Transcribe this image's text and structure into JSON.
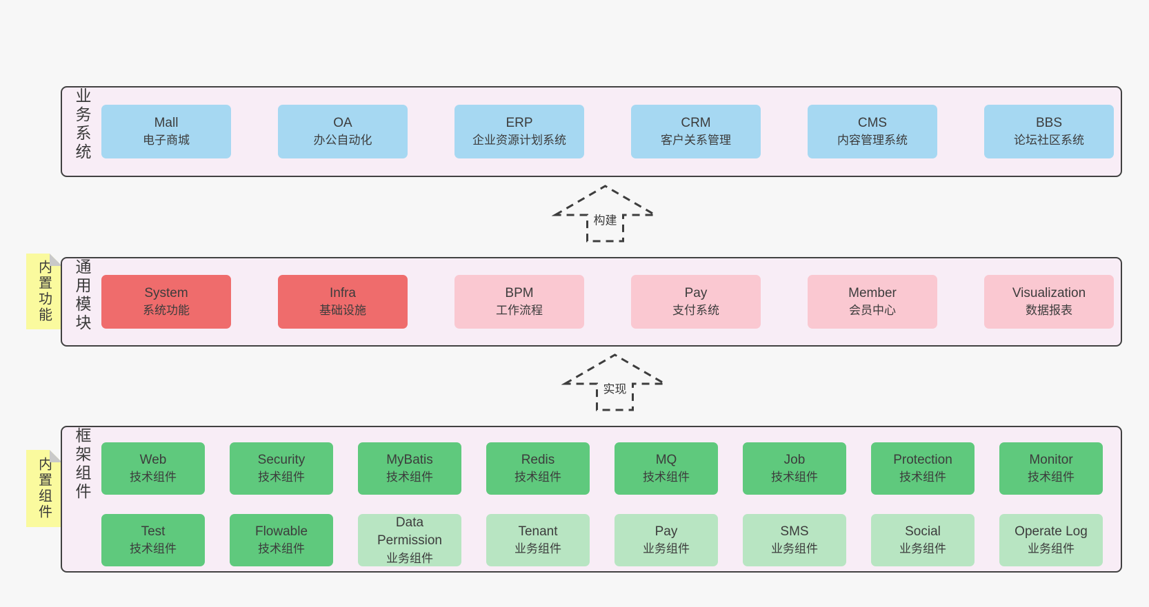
{
  "colors": {
    "page_background": "#f7f7f7",
    "band_fill": "#f8edf6",
    "band_border": "#414141",
    "box_blue": "#a6d8f2",
    "box_red": "#ef6c6c",
    "box_pink": "#fac8d1",
    "box_green": "#5fc97d",
    "box_light_green": "#b8e5c2",
    "note_yellow": "#fafa9e",
    "note_fold_gray": "#c9c9c9",
    "text_dark": "#3c3c3c"
  },
  "bands": {
    "business": {
      "label": "业务系统",
      "boxes": [
        {
          "title": "Mall",
          "subtitle": "电子商城"
        },
        {
          "title": "OA",
          "subtitle": "办公自动化"
        },
        {
          "title": "ERP",
          "subtitle": "企业资源计划系统"
        },
        {
          "title": "CRM",
          "subtitle": "客户关系管理"
        },
        {
          "title": "CMS",
          "subtitle": "内容管理系统"
        },
        {
          "title": "BBS",
          "subtitle": "论坛社区系统"
        }
      ]
    },
    "modules": {
      "label": "通用模块",
      "note": "内置功能",
      "boxes": [
        {
          "title": "System",
          "subtitle": "系统功能",
          "variant": "red"
        },
        {
          "title": "Infra",
          "subtitle": "基础设施",
          "variant": "red"
        },
        {
          "title": "BPM",
          "subtitle": "工作流程",
          "variant": "pink"
        },
        {
          "title": "Pay",
          "subtitle": "支付系统",
          "variant": "pink"
        },
        {
          "title": "Member",
          "subtitle": "会员中心",
          "variant": "pink"
        },
        {
          "title": "Visualization",
          "subtitle": "数据报表",
          "variant": "pink"
        }
      ]
    },
    "components": {
      "label": "框架组件",
      "note": "内置组件",
      "row1": [
        {
          "title": "Web",
          "subtitle": "技术组件",
          "variant": "green"
        },
        {
          "title": "Security",
          "subtitle": "技术组件",
          "variant": "green"
        },
        {
          "title": "MyBatis",
          "subtitle": "技术组件",
          "variant": "green"
        },
        {
          "title": "Redis",
          "subtitle": "技术组件",
          "variant": "green"
        },
        {
          "title": "MQ",
          "subtitle": "技术组件",
          "variant": "green"
        },
        {
          "title": "Job",
          "subtitle": "技术组件",
          "variant": "green"
        },
        {
          "title": "Protection",
          "subtitle": "技术组件",
          "variant": "green"
        },
        {
          "title": "Monitor",
          "subtitle": "技术组件",
          "variant": "green"
        }
      ],
      "row2": [
        {
          "title": "Test",
          "subtitle": "技术组件",
          "variant": "green"
        },
        {
          "title": "Flowable",
          "subtitle": "技术组件",
          "variant": "green"
        },
        {
          "title": "Data Permission",
          "subtitle": "业务组件",
          "variant": "lightgreen"
        },
        {
          "title": "Tenant",
          "subtitle": "业务组件",
          "variant": "lightgreen"
        },
        {
          "title": "Pay",
          "subtitle": "业务组件",
          "variant": "lightgreen"
        },
        {
          "title": "SMS",
          "subtitle": "业务组件",
          "variant": "lightgreen"
        },
        {
          "title": "Social",
          "subtitle": "业务组件",
          "variant": "lightgreen"
        },
        {
          "title": "Operate Log",
          "subtitle": "业务组件",
          "variant": "lightgreen"
        }
      ]
    }
  },
  "arrows": [
    {
      "label": "构建"
    },
    {
      "label": "实现"
    }
  ]
}
